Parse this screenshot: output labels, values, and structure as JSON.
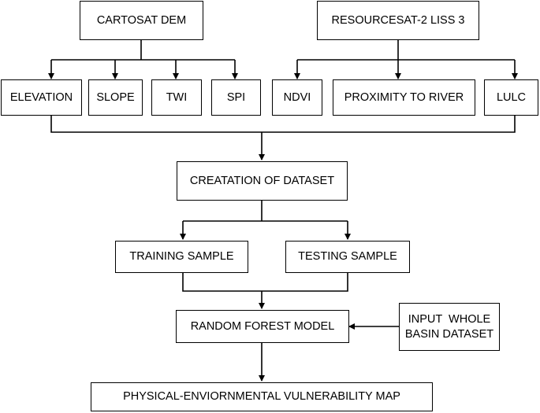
{
  "diagram": {
    "nodes": {
      "cartosat_dem": "CARTOSAT DEM",
      "resourcesat": "RESOURCESAT-2 LISS 3",
      "elevation": "ELEVATION",
      "slope": "SLOPE",
      "twi": "TWI",
      "spi": "SPI",
      "ndvi": "NDVI",
      "proximity": "PROXIMITY TO RIVER",
      "lulc": "LULC",
      "dataset": "CREATATION OF DATASET",
      "training": "TRAINING SAMPLE",
      "testing": "TESTING SAMPLE",
      "rf_model": "RANDOM FOREST MODEL",
      "input_line1": "INPUT  WHOLE",
      "input_line2": "BASIN DATASET",
      "output_map": "PHYSICAL-ENVIORNMENTAL VULNERABILITY MAP"
    },
    "colors": {
      "stroke": "#000000",
      "background": "#ffffff"
    }
  }
}
